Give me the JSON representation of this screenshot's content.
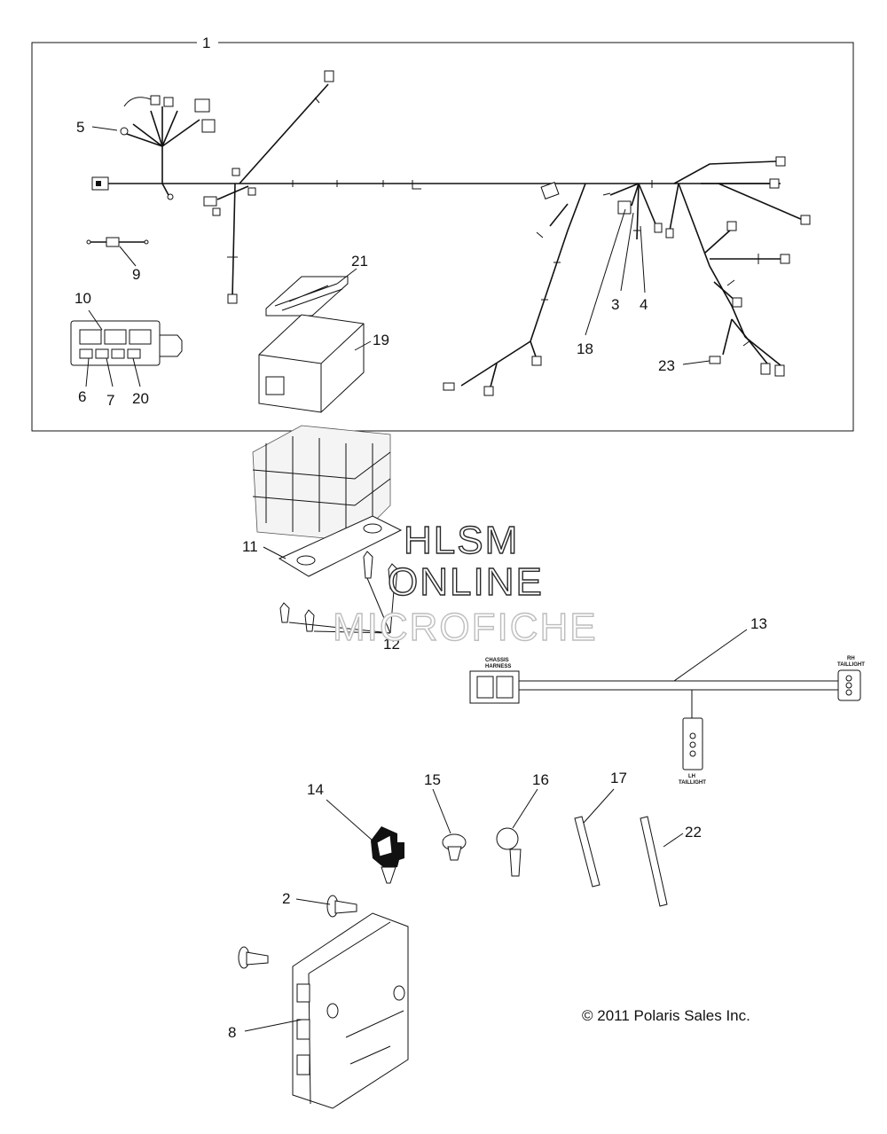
{
  "callouts": {
    "c1": "1",
    "c2": "2",
    "c3": "3",
    "c4": "4",
    "c5": "5",
    "c6": "6",
    "c7": "7",
    "c8": "8",
    "c9": "9",
    "c10": "10",
    "c11": "11",
    "c12": "12",
    "c13": "13",
    "c14": "14",
    "c15": "15",
    "c16": "16",
    "c17": "17",
    "c18": "18",
    "c19": "19",
    "c20": "20",
    "c21": "21",
    "c22": "22",
    "c23": "23"
  },
  "connector_labels": {
    "chassis_line1": "CHASSIS",
    "chassis_line2": "HARNESS",
    "rh_line1": "RH",
    "rh_line2": "TAILLIGHT",
    "lh_line1": "LH",
    "lh_line2": "TAILLIGHT"
  },
  "watermark": {
    "line1": "HLSM",
    "line2": "ONLINE",
    "line3": "MICROFICHE"
  },
  "copyright": "© 2011 Polaris Sales Inc."
}
